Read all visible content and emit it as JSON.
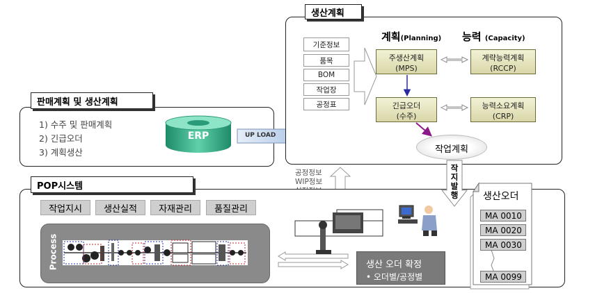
{
  "sales": {
    "tag": "판매계획 및 생산계획",
    "items": [
      "1) 수주 및 판매계획",
      "2) 긴급오더",
      "3) 계획생산"
    ],
    "erp": "ERP",
    "upload": "UP LOAD"
  },
  "planning": {
    "tag": "생산계획",
    "base_info": [
      "기준정보",
      "품목",
      "BOM",
      "작업장",
      "공정표"
    ],
    "plan_header": "계획",
    "plan_header_sub": "(Planning)",
    "cap_header": "능력",
    "cap_header_sub": "(Capacity)",
    "mps": [
      "주생산계획",
      "(MPS)"
    ],
    "rccp": [
      "계략능력계획",
      "(RCCP)"
    ],
    "urgent": [
      "긴급오더",
      "(수주)"
    ],
    "crp": [
      "능력소요계획",
      "(CRP)"
    ],
    "work_plan": "작업계획"
  },
  "feedback": [
    "공정정보",
    "WIP정보",
    "실적정보"
  ],
  "issue_arrow": [
    "작",
    "지",
    "발",
    "행"
  ],
  "pop": {
    "tag": "POP시스템",
    "buttons": [
      "작업지시",
      "생산실적",
      "자재관리",
      "품질관리"
    ],
    "process_label": "Process",
    "confirm_title": "생산 오더 확정",
    "confirm_sub": "• 오더별/공정별"
  },
  "orders": {
    "title": "생산오더",
    "items": [
      "MA 0010",
      "MA 0020",
      "MA 0030",
      "MA 0099"
    ]
  }
}
